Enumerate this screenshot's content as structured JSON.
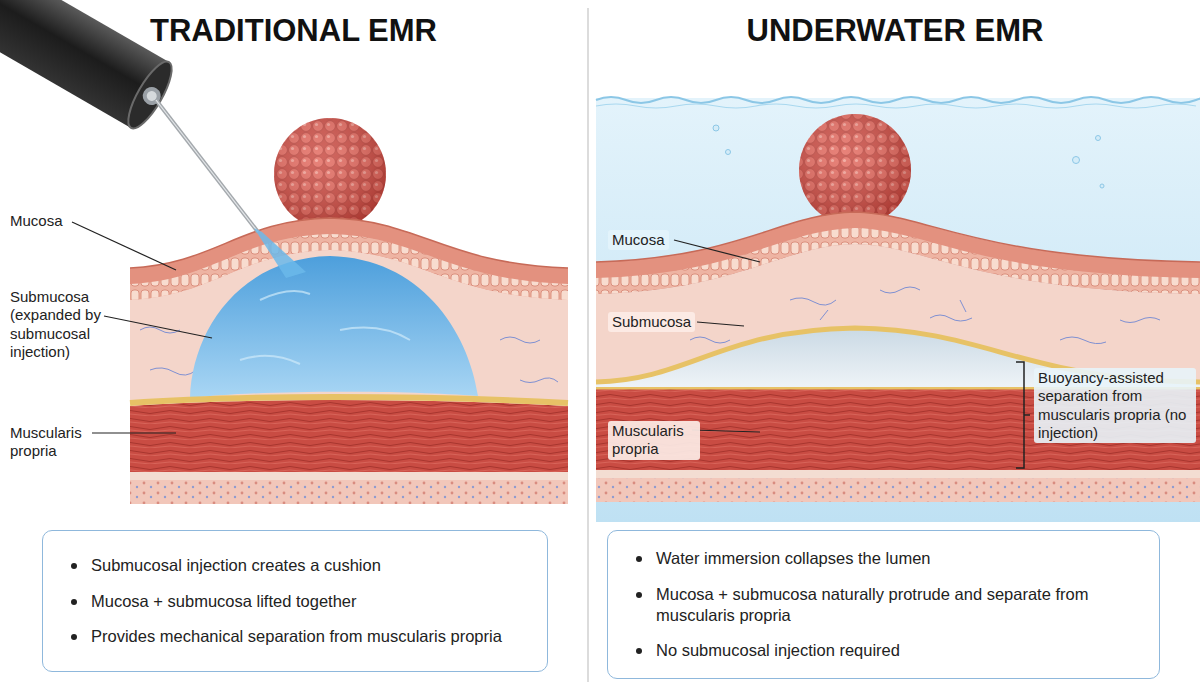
{
  "diagram": {
    "nodes": [
      {
        "text": [
          "Submucosal injection creates a cushion",
          "Mucosa + submucosa lifted together",
          "Provides mechanical separation from muscularis propria"
        ]
      },
      {
        "text": [
          "Water immersion collapses the lumen",
          "Mucosa + submucosa naturally protrude and separate from muscularis propria",
          "No submucosal injection required"
        ]
      }
    ],
    "labels": [
      "TRADITIONAL EMR",
      "UNDERWATER EMR",
      "Mucosa",
      "Submucosa (expanded by submucosal injection)",
      "Muscularis propria",
      "Mucosa",
      "Submucosa",
      "Muscularis propria",
      "Buoyancy-assisted separation from muscularis propria (no injection)"
    ]
  }
}
